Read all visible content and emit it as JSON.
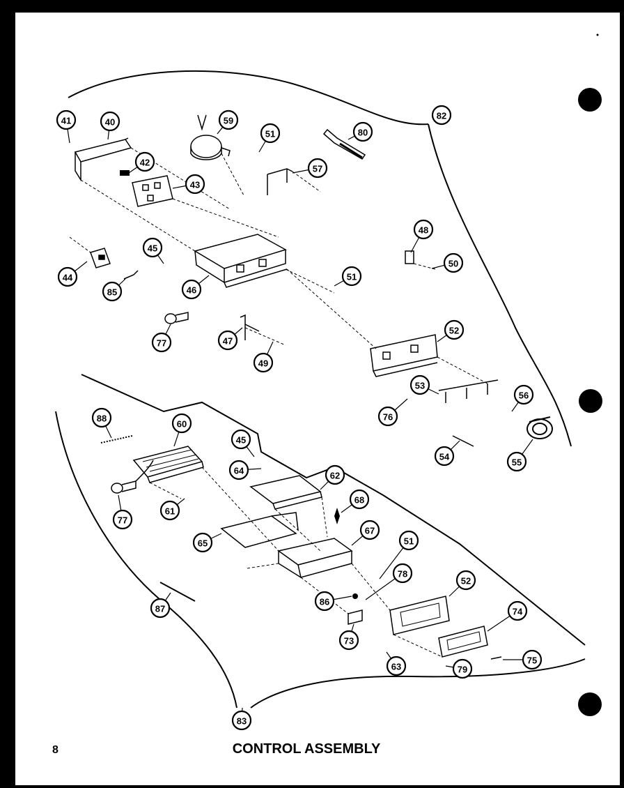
{
  "page": {
    "number": "8",
    "title": "CONTROL ASSEMBLY"
  },
  "callouts": [
    {
      "label": "41"
    },
    {
      "label": "40"
    },
    {
      "label": "59"
    },
    {
      "label": "51"
    },
    {
      "label": "80"
    },
    {
      "label": "82"
    },
    {
      "label": "42"
    },
    {
      "label": "43"
    },
    {
      "label": "57"
    },
    {
      "label": "48"
    },
    {
      "label": "50"
    },
    {
      "label": "44"
    },
    {
      "label": "45"
    },
    {
      "label": "85"
    },
    {
      "label": "46"
    },
    {
      "label": "51"
    },
    {
      "label": "77"
    },
    {
      "label": "47"
    },
    {
      "label": "49"
    },
    {
      "label": "52"
    },
    {
      "label": "53"
    },
    {
      "label": "76"
    },
    {
      "label": "56"
    },
    {
      "label": "54"
    },
    {
      "label": "55"
    },
    {
      "label": "88"
    },
    {
      "label": "60"
    },
    {
      "label": "45"
    },
    {
      "label": "64"
    },
    {
      "label": "62"
    },
    {
      "label": "77"
    },
    {
      "label": "61"
    },
    {
      "label": "68"
    },
    {
      "label": "65"
    },
    {
      "label": "67"
    },
    {
      "label": "51"
    },
    {
      "label": "78"
    },
    {
      "label": "52"
    },
    {
      "label": "86"
    },
    {
      "label": "73"
    },
    {
      "label": "74"
    },
    {
      "label": "87"
    },
    {
      "label": "63"
    },
    {
      "label": "79"
    },
    {
      "label": "75"
    },
    {
      "label": "83"
    }
  ]
}
